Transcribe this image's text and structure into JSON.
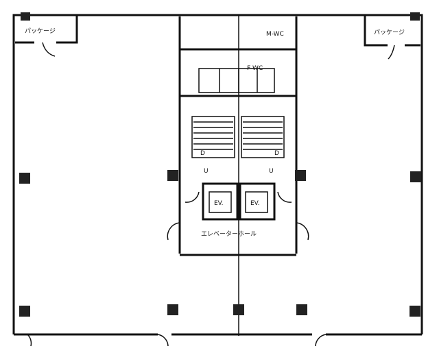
{
  "plan": {
    "rooms": {
      "package_left": "パッケージ",
      "package_right": "パッケージ",
      "male_wc": "M-WC",
      "female_wc": "F-WC",
      "elevator_1": "EV.",
      "elevator_2": "EV.",
      "elevator_hall": "エレベーターホール"
    },
    "stairs": {
      "left_down": "D",
      "left_up": "U",
      "right_down": "D",
      "right_up": "U"
    }
  }
}
